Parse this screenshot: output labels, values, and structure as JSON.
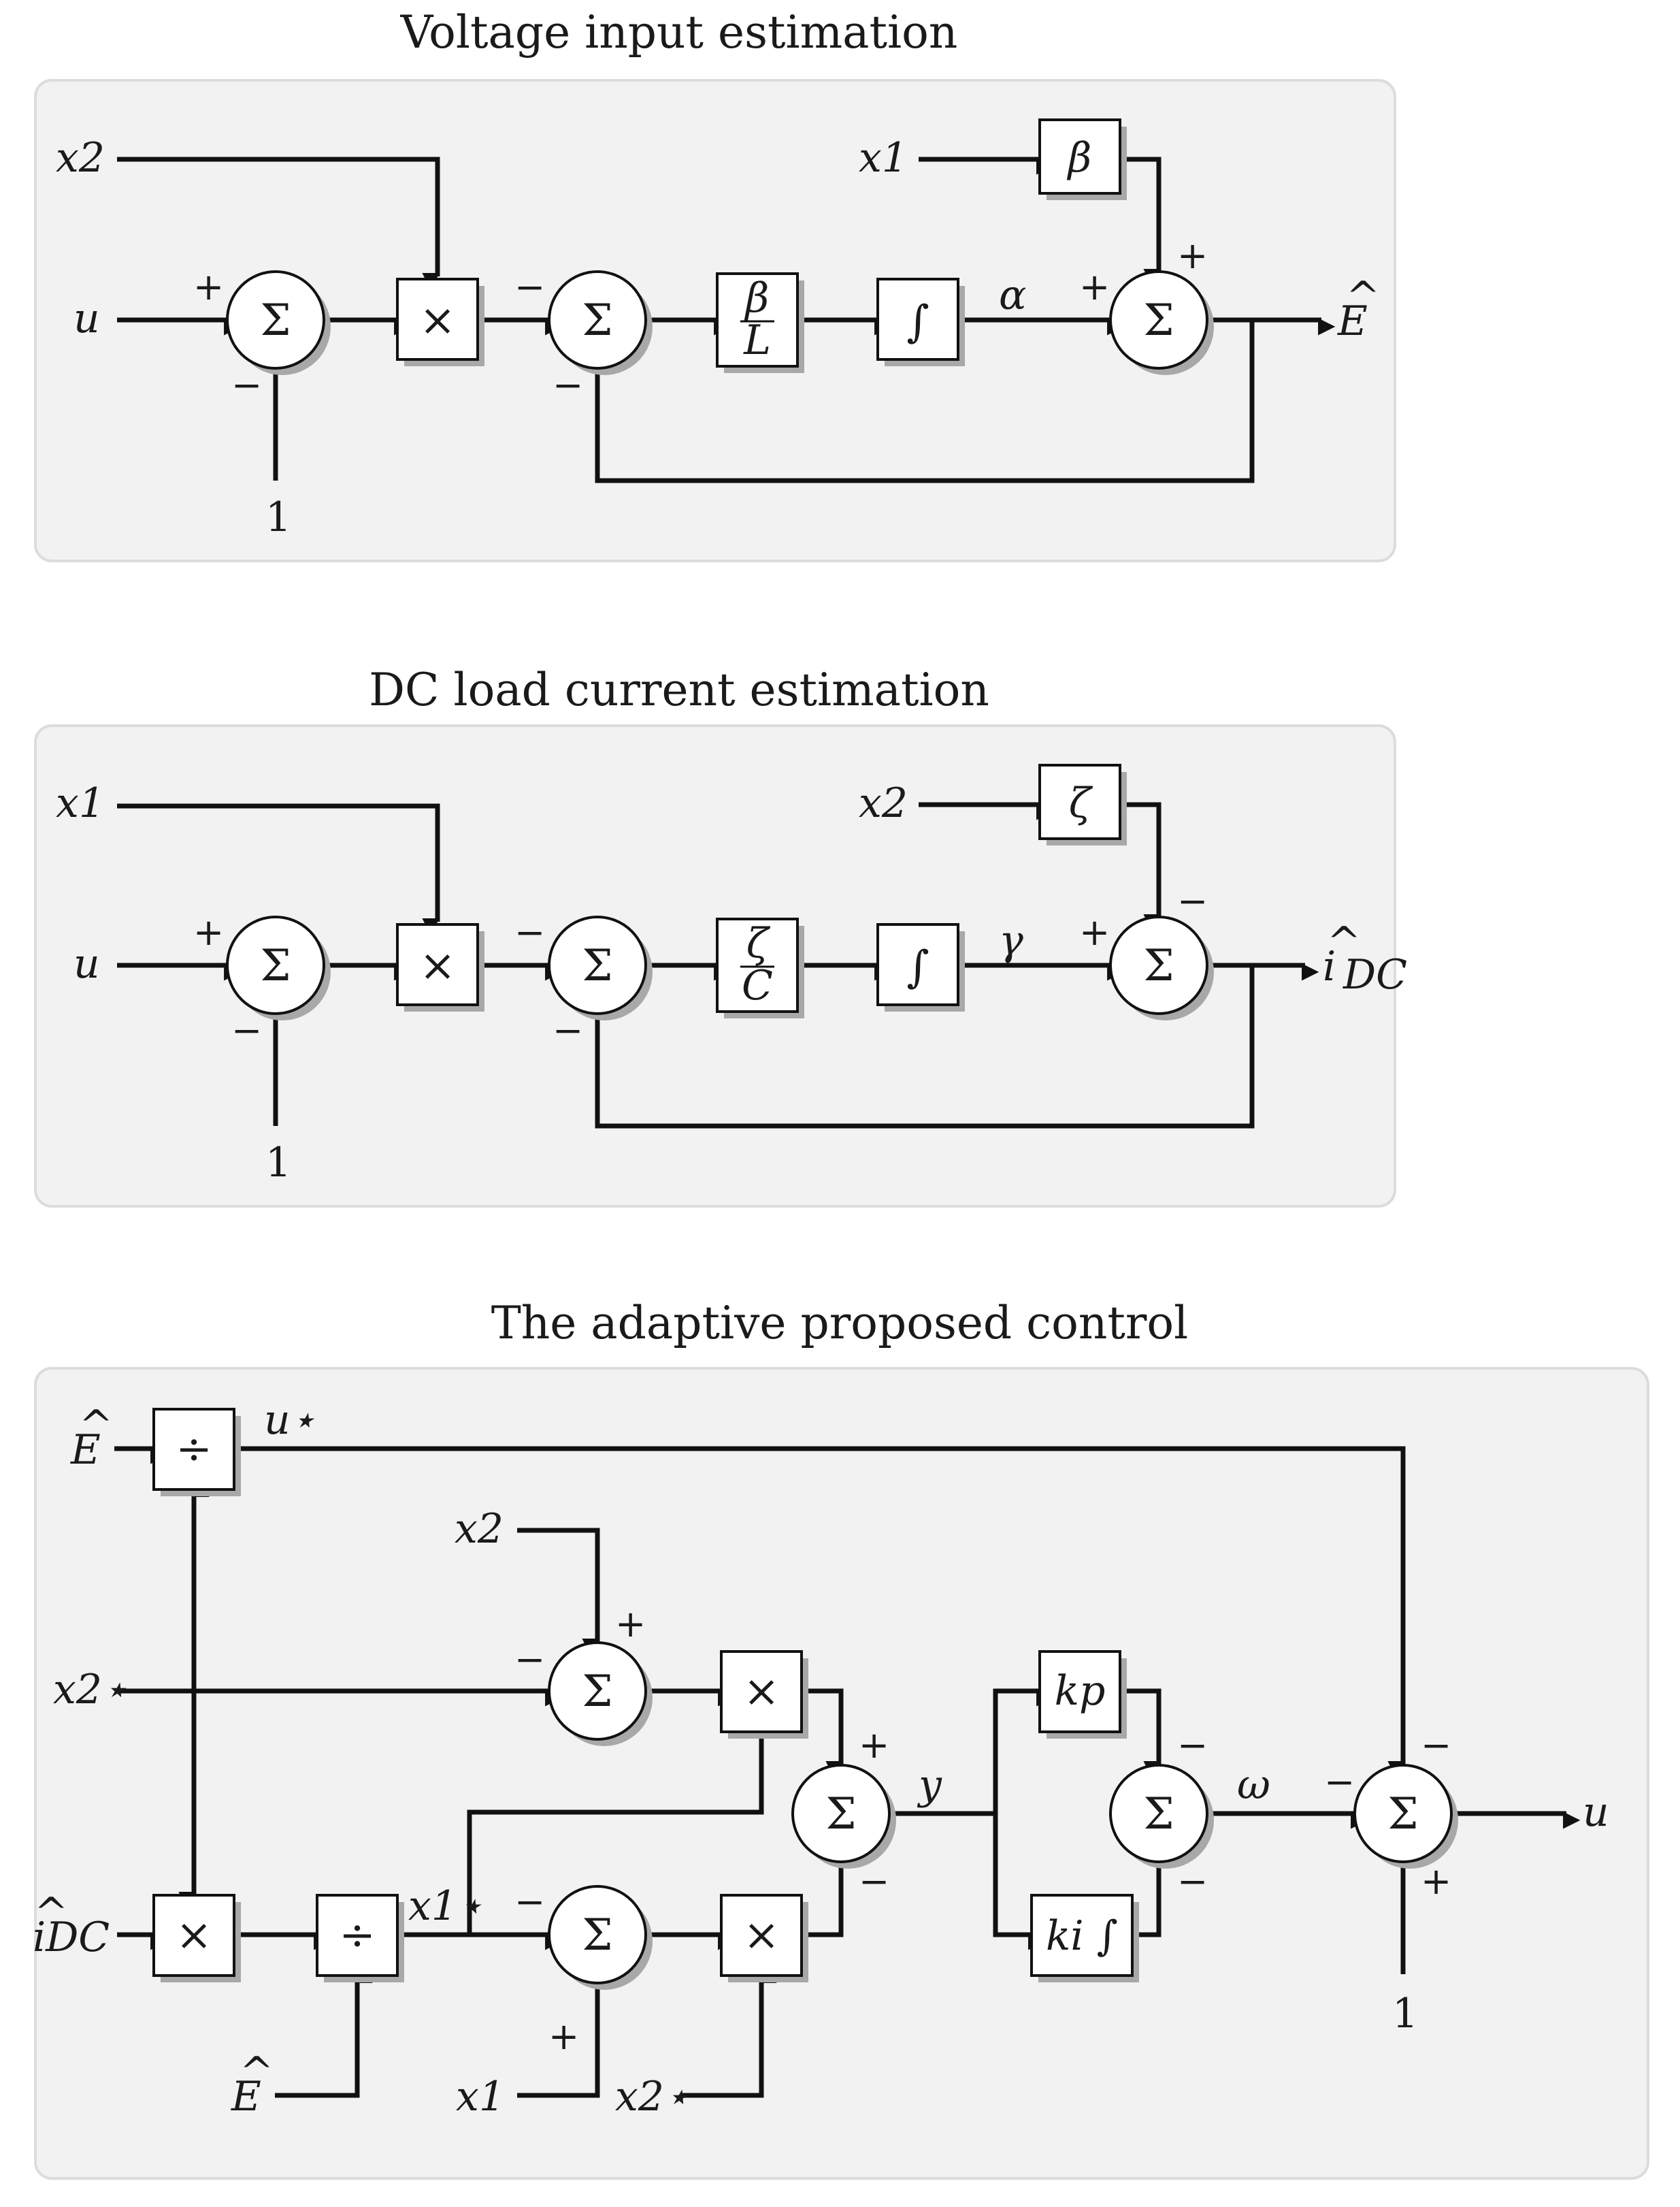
{
  "panels": [
    {
      "id": "voltage",
      "title": "Voltage input estimation",
      "inputs": [
        "x2",
        "u",
        "1",
        "x1"
      ],
      "blocks": {
        "sum": "Σ",
        "mult": "×",
        "gain_num": "β",
        "gain_den": "L",
        "integrator": "∫",
        "gain": "β"
      },
      "signals": {
        "integrator_out": "α"
      },
      "output": {
        "base": "E",
        "hat": "^"
      },
      "signs": [
        "+",
        "−",
        "−",
        "−",
        "+",
        "+"
      ]
    },
    {
      "id": "current",
      "title": "DC load current estimation",
      "inputs": [
        "x1",
        "u",
        "1",
        "x2"
      ],
      "blocks": {
        "sum": "Σ",
        "mult": "×",
        "gain_num": "ζ",
        "gain_den": "C",
        "integrator": "∫",
        "gain": "ζ"
      },
      "signals": {
        "integrator_out": "γ"
      },
      "output": {
        "base": "i",
        "sub": "DC",
        "hat": "^"
      },
      "signs": [
        "+",
        "−",
        "−",
        "−",
        "+",
        "−"
      ]
    },
    {
      "id": "control",
      "title": "The adaptive proposed control",
      "inputs": {
        "e_hat": "E",
        "x2": "x2",
        "x2_star": "x2⋆",
        "i_dc": "iDC",
        "e_hat_bottom": "E",
        "x1_bottom": "x1",
        "x2_star_bottom": "x2⋆",
        "one": "1"
      },
      "blocks": {
        "div": "÷",
        "mult": "×",
        "sum": "Σ",
        "kp": "kp",
        "ki": "ki ∫"
      },
      "signals": {
        "u_star": "u⋆",
        "x1_star": "x1⋆",
        "y": "y",
        "omega": "ω"
      },
      "output": "u",
      "signs": [
        "−",
        "+",
        "+",
        "−",
        "−",
        "+",
        "−",
        "−",
        "−",
        "−",
        "+"
      ]
    }
  ]
}
